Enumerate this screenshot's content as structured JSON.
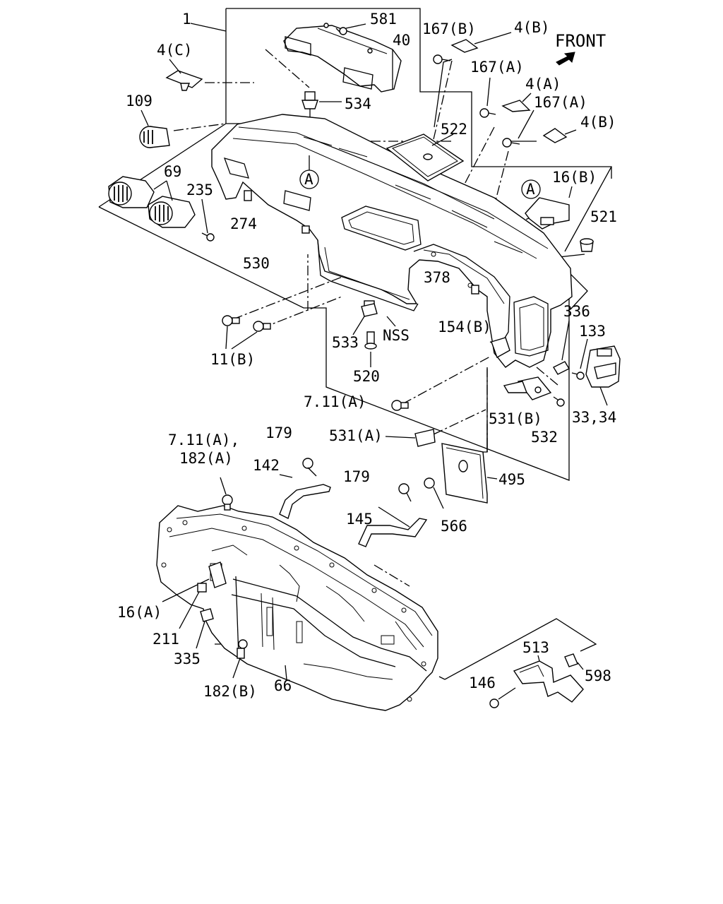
{
  "diagram": {
    "front_label": "FRONT",
    "callout_a": "A",
    "labels": {
      "l1": "1",
      "l581": "581",
      "l40": "40",
      "l167b_1": "167(B)",
      "l4b_1": "4(B)",
      "l4c": "4(C)",
      "l167a_1": "167(A)",
      "l4a": "4(A)",
      "l167a_2": "167(A)",
      "l534": "534",
      "l4b_2": "4(B)",
      "l109": "109",
      "l522": "522",
      "l69": "69",
      "l235": "235",
      "l16b": "16(B)",
      "l521": "521",
      "l274": "274",
      "l530": "530",
      "l378": "378",
      "l336": "336",
      "l133": "133",
      "l154b": "154(B)",
      "l533": "533",
      "lnss": "NSS",
      "l11b": "11(B)",
      "l520": "520",
      "l711a_1": "7.11(A)",
      "l531b": "531(B)",
      "l33_34": "33,34",
      "l532": "532",
      "l711a_182a_line1": "7.11(A),",
      "l711a_182a_line2": "182(A)",
      "l179_1": "179",
      "l531a": "531(A)",
      "l142": "142",
      "l179_2": "179",
      "l495": "495",
      "l145": "145",
      "l566": "566",
      "l16a": "16(A)",
      "l211": "211",
      "l335": "335",
      "l513": "513",
      "l598": "598",
      "l146": "146",
      "l182b": "182(B)",
      "l66": "66"
    }
  }
}
